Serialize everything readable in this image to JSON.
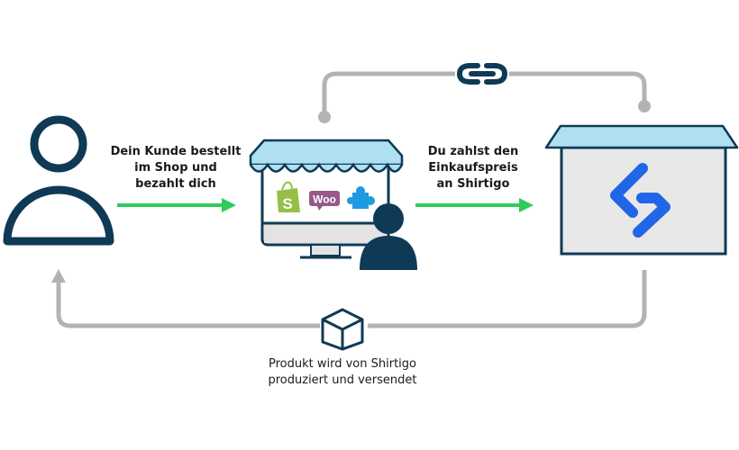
{
  "steps": {
    "customer_order": {
      "lines": [
        "Dein Kunde bestellt",
        "im Shop und",
        "bezahlt dich"
      ]
    },
    "pay_shirtigo": {
      "lines": [
        "Du zahlst den",
        "Einkaufspreis",
        "an Shirtigo"
      ]
    },
    "production": {
      "lines": [
        "Produkt wird von Shirtigo",
        "produziert und versendet"
      ]
    }
  },
  "shop_platforms": [
    {
      "name": "Shopify",
      "icon": "shopify-bag-icon",
      "glyph": "S"
    },
    {
      "name": "WooCommerce",
      "icon": "woocommerce-icon",
      "glyph": "Woo"
    },
    {
      "name": "Plugin",
      "icon": "puzzle-piece-icon"
    }
  ],
  "colors": {
    "navy": "#0f3a55",
    "green": "#2ecc5a",
    "gray_line": "#b3b3b3",
    "awning": "#aee0f2",
    "building_fill": "#e8e8e8",
    "shirtigo_blue": "#2266e8",
    "shopify_green": "#95bf47",
    "woo_purple": "#96588a",
    "puzzle_blue": "#1e9be0"
  }
}
